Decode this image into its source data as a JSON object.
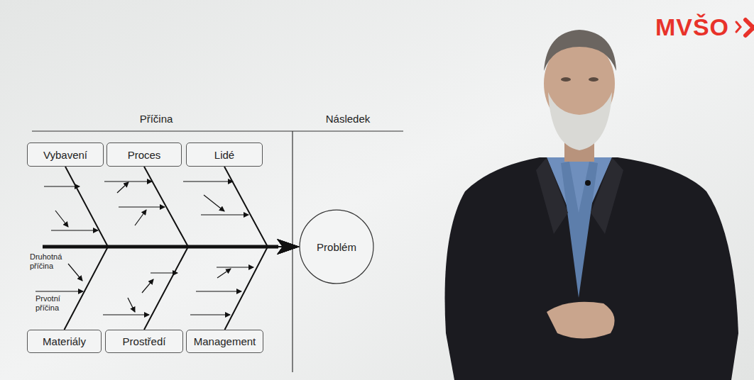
{
  "diagram": {
    "nodes": [
      {
        "text": [
          "Vybavení"
        ]
      },
      {
        "text": [
          "Proces"
        ]
      },
      {
        "text": [
          "Lidé"
        ]
      },
      {
        "text": [
          "Materiály"
        ]
      },
      {
        "text": [
          "Prostředí"
        ]
      },
      {
        "text": [
          "Management"
        ]
      },
      {
        "text": [
          "Problém"
        ]
      }
    ],
    "edges": [
      {
        "from": 0,
        "to": 6,
        "arrow": "to"
      },
      {
        "from": 1,
        "to": 6,
        "arrow": "to"
      },
      {
        "from": 2,
        "to": 6,
        "arrow": "to"
      },
      {
        "from": 3,
        "to": 6,
        "arrow": "to"
      },
      {
        "from": 4,
        "to": 6,
        "arrow": "to"
      },
      {
        "from": 5,
        "to": 6,
        "arrow": "to"
      }
    ],
    "labels": [
      "Příčina",
      "Následek",
      "Druhotná příčina",
      "Prvotní příčina",
      "MVŠO"
    ]
  }
}
